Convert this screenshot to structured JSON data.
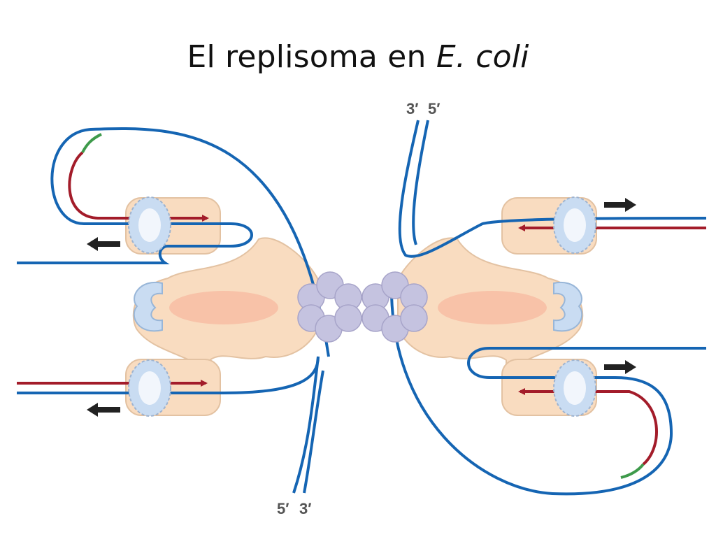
{
  "title": {
    "prefix": "El replisoma en ",
    "italic": "E. coli"
  },
  "strand_labels": {
    "top_left": "3′",
    "top_right": "5′",
    "bottom_left": "5′",
    "bottom_right": "3′"
  },
  "colors": {
    "parental_dna": "#1565b3",
    "new_dna": "#a31c2a",
    "rna_primer": "#3e9a4b",
    "clamp_loader": "#f9dcc0",
    "polymerase_core": "#f8c2a8",
    "sliding_clamp": "#c9dcf2",
    "helicase": "#c5c3e0",
    "direction_arrow": "#222222"
  }
}
